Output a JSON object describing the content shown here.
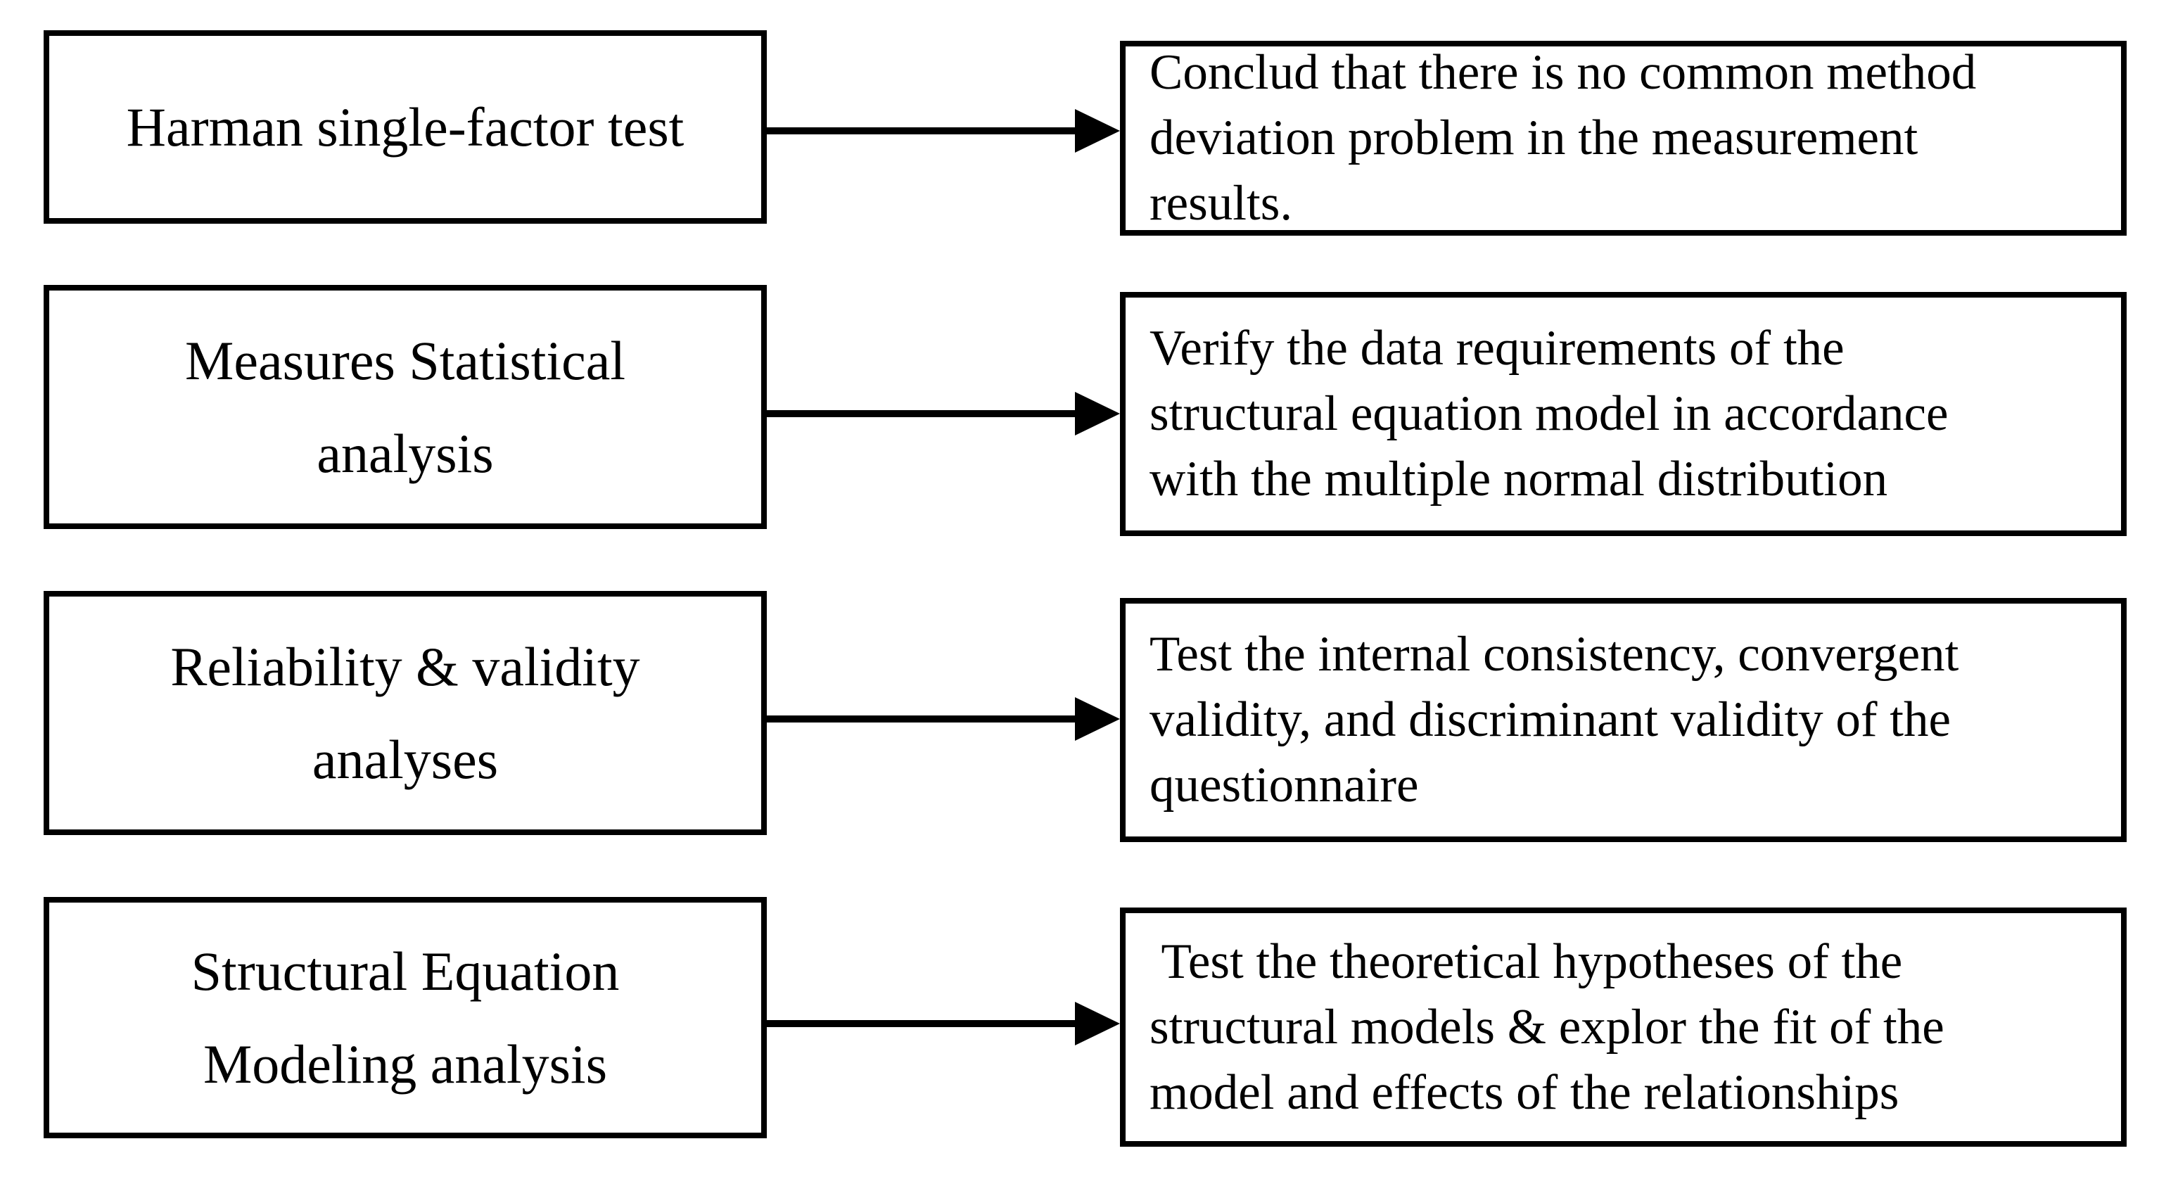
{
  "diagram": {
    "type": "flowchart",
    "colors": {
      "stroke": "#000000",
      "background": "#ffffff",
      "text": "#000000"
    },
    "rows": [
      {
        "left_label": "Harman single-factor test",
        "right_text": "Conclud that there is no common method\ndeviation problem in the measurement\nresults."
      },
      {
        "left_label": "Measures Statistical\nanalysis",
        "right_text": "Verify the data requirements of the\nstructural equation model in accordance\nwith the multiple normal distribution"
      },
      {
        "left_label": "Reliability & validity\nanalyses",
        "right_text": "Test the internal consistency, convergent\nvalidity, and discriminant validity of the\nquestionnaire"
      },
      {
        "left_label": "Structural Equation\nModeling analysis",
        "right_text": " Test the theoretical hypotheses of the\nstructural models & explor the fit of the\nmodel and effects of the relationships"
      }
    ]
  }
}
